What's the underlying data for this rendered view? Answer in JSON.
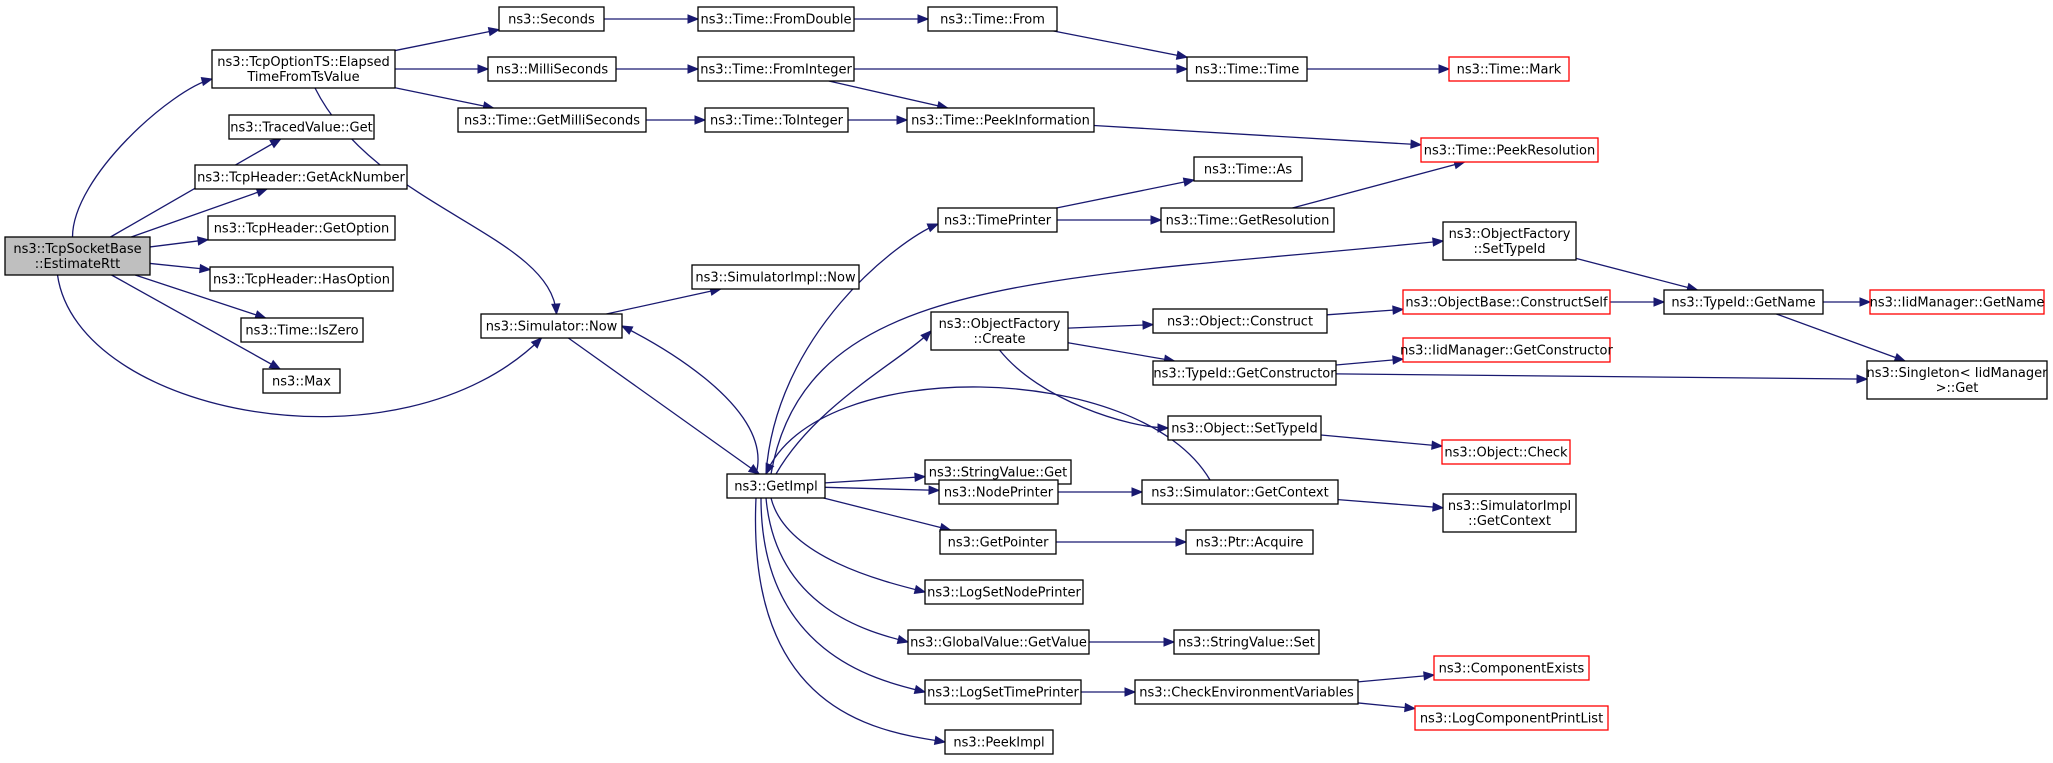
{
  "colors": {
    "edge": "#191970",
    "normal_border": "#000000",
    "truncated_border": "#ff0000",
    "root_fill": "#bfbfbf",
    "node_fill": "#ffffff"
  },
  "graph": {
    "nodes": [
      {
        "id": "estimate_rtt",
        "lines": [
          "ns3::TcpSocketBase",
          "::EstimateRtt"
        ],
        "kind": "root"
      },
      {
        "id": "elapsed_time",
        "lines": [
          "ns3::TcpOptionTS::Elapsed",
          "TimeFromTsValue"
        ],
        "kind": "normal"
      },
      {
        "id": "traced_get",
        "lines": [
          "ns3::TracedValue::Get"
        ],
        "kind": "normal"
      },
      {
        "id": "get_ack",
        "lines": [
          "ns3::TcpHeader::GetAckNumber"
        ],
        "kind": "normal"
      },
      {
        "id": "get_option",
        "lines": [
          "ns3::TcpHeader::GetOption"
        ],
        "kind": "normal"
      },
      {
        "id": "has_option",
        "lines": [
          "ns3::TcpHeader::HasOption"
        ],
        "kind": "normal"
      },
      {
        "id": "is_zero",
        "lines": [
          "ns3::Time::IsZero"
        ],
        "kind": "normal"
      },
      {
        "id": "max",
        "lines": [
          "ns3::Max"
        ],
        "kind": "normal"
      },
      {
        "id": "sim_now",
        "lines": [
          "ns3::Simulator::Now"
        ],
        "kind": "normal"
      },
      {
        "id": "seconds",
        "lines": [
          "ns3::Seconds"
        ],
        "kind": "normal"
      },
      {
        "id": "milliseconds",
        "lines": [
          "ns3::MilliSeconds"
        ],
        "kind": "normal"
      },
      {
        "id": "get_ms",
        "lines": [
          "ns3::Time::GetMilliSeconds"
        ],
        "kind": "normal"
      },
      {
        "id": "from_double",
        "lines": [
          "ns3::Time::FromDouble"
        ],
        "kind": "normal"
      },
      {
        "id": "from_integer",
        "lines": [
          "ns3::Time::FromInteger"
        ],
        "kind": "normal"
      },
      {
        "id": "to_integer",
        "lines": [
          "ns3::Time::ToInteger"
        ],
        "kind": "normal"
      },
      {
        "id": "time_from",
        "lines": [
          "ns3::Time::From"
        ],
        "kind": "normal"
      },
      {
        "id": "time_time",
        "lines": [
          "ns3::Time::Time"
        ],
        "kind": "normal"
      },
      {
        "id": "peek_info",
        "lines": [
          "ns3::Time::PeekInformation"
        ],
        "kind": "normal"
      },
      {
        "id": "time_mark",
        "lines": [
          "ns3::Time::Mark"
        ],
        "kind": "truncated"
      },
      {
        "id": "peek_res",
        "lines": [
          "ns3::Time::PeekResolution"
        ],
        "kind": "truncated"
      },
      {
        "id": "simimpl_now",
        "lines": [
          "ns3::SimulatorImpl::Now"
        ],
        "kind": "normal"
      },
      {
        "id": "get_impl",
        "lines": [
          "ns3::GetImpl"
        ],
        "kind": "normal"
      },
      {
        "id": "time_printer",
        "lines": [
          "ns3::TimePrinter"
        ],
        "kind": "normal"
      },
      {
        "id": "time_as",
        "lines": [
          "ns3::Time::As"
        ],
        "kind": "normal"
      },
      {
        "id": "get_resolution",
        "lines": [
          "ns3::Time::GetResolution"
        ],
        "kind": "normal"
      },
      {
        "id": "of_settypeid",
        "lines": [
          "ns3::ObjectFactory",
          "::SetTypeId"
        ],
        "kind": "normal"
      },
      {
        "id": "of_create",
        "lines": [
          "ns3::ObjectFactory",
          "::Create"
        ],
        "kind": "normal"
      },
      {
        "id": "obj_construct",
        "lines": [
          "ns3::Object::Construct"
        ],
        "kind": "normal"
      },
      {
        "id": "objbase_construct",
        "lines": [
          "ns3::ObjectBase::ConstructSelf"
        ],
        "kind": "truncated"
      },
      {
        "id": "typeid_getname",
        "lines": [
          "ns3::TypeId::GetName"
        ],
        "kind": "normal"
      },
      {
        "id": "iid_getname",
        "lines": [
          "ns3::IidManager::GetName"
        ],
        "kind": "truncated"
      },
      {
        "id": "typeid_getctor",
        "lines": [
          "ns3::TypeId::GetConstructor"
        ],
        "kind": "normal"
      },
      {
        "id": "iid_getctor",
        "lines": [
          "ns3::IidManager::GetConstructor"
        ],
        "kind": "truncated"
      },
      {
        "id": "singleton_get",
        "lines": [
          "ns3::Singleton< IidManager",
          " >::Get"
        ],
        "kind": "normal"
      },
      {
        "id": "obj_settypeid",
        "lines": [
          "ns3::Object::SetTypeId"
        ],
        "kind": "normal"
      },
      {
        "id": "obj_check",
        "lines": [
          "ns3::Object::Check"
        ],
        "kind": "truncated"
      },
      {
        "id": "strval_get",
        "lines": [
          "ns3::StringValue::Get"
        ],
        "kind": "normal"
      },
      {
        "id": "node_printer",
        "lines": [
          "ns3::NodePrinter"
        ],
        "kind": "normal"
      },
      {
        "id": "sim_getcontext",
        "lines": [
          "ns3::Simulator::GetContext"
        ],
        "kind": "normal"
      },
      {
        "id": "simimpl_getcontext",
        "lines": [
          "ns3::SimulatorImpl",
          "::GetContext"
        ],
        "kind": "normal"
      },
      {
        "id": "get_pointer",
        "lines": [
          "ns3::GetPointer"
        ],
        "kind": "normal"
      },
      {
        "id": "ptr_acquire",
        "lines": [
          "ns3::Ptr::Acquire"
        ],
        "kind": "normal"
      },
      {
        "id": "log_set_node_printer",
        "lines": [
          "ns3::LogSetNodePrinter"
        ],
        "kind": "normal"
      },
      {
        "id": "gv_getvalue",
        "lines": [
          "ns3::GlobalValue::GetValue"
        ],
        "kind": "normal"
      },
      {
        "id": "strval_set",
        "lines": [
          "ns3::StringValue::Set"
        ],
        "kind": "normal"
      },
      {
        "id": "log_set_time_printer",
        "lines": [
          "ns3::LogSetTimePrinter"
        ],
        "kind": "normal"
      },
      {
        "id": "check_env",
        "lines": [
          "ns3::CheckEnvironmentVariables"
        ],
        "kind": "normal"
      },
      {
        "id": "comp_exists",
        "lines": [
          "ns3::ComponentExists"
        ],
        "kind": "truncated"
      },
      {
        "id": "log_comp_print",
        "lines": [
          "ns3::LogComponentPrintList"
        ],
        "kind": "truncated"
      },
      {
        "id": "peek_impl",
        "lines": [
          "ns3::PeekImpl"
        ],
        "kind": "normal"
      }
    ],
    "edges": [
      [
        "estimate_rtt",
        "elapsed_time"
      ],
      [
        "estimate_rtt",
        "traced_get"
      ],
      [
        "estimate_rtt",
        "get_ack"
      ],
      [
        "estimate_rtt",
        "get_option"
      ],
      [
        "estimate_rtt",
        "has_option"
      ],
      [
        "estimate_rtt",
        "is_zero"
      ],
      [
        "estimate_rtt",
        "max"
      ],
      [
        "estimate_rtt",
        "sim_now"
      ],
      [
        "elapsed_time",
        "seconds"
      ],
      [
        "elapsed_time",
        "milliseconds"
      ],
      [
        "elapsed_time",
        "get_ms"
      ],
      [
        "elapsed_time",
        "sim_now"
      ],
      [
        "seconds",
        "from_double"
      ],
      [
        "from_double",
        "time_from"
      ],
      [
        "time_from",
        "time_time"
      ],
      [
        "milliseconds",
        "from_integer"
      ],
      [
        "from_integer",
        "time_time"
      ],
      [
        "from_integer",
        "peek_info"
      ],
      [
        "get_ms",
        "to_integer"
      ],
      [
        "to_integer",
        "peek_info"
      ],
      [
        "time_time",
        "time_mark"
      ],
      [
        "peek_info",
        "peek_res"
      ],
      [
        "sim_now",
        "simimpl_now"
      ],
      [
        "sim_now",
        "get_impl"
      ],
      [
        "get_impl",
        "sim_now"
      ],
      [
        "get_impl",
        "time_printer"
      ],
      [
        "get_impl",
        "of_settypeid"
      ],
      [
        "get_impl",
        "of_create"
      ],
      [
        "get_impl",
        "strval_get"
      ],
      [
        "get_impl",
        "node_printer"
      ],
      [
        "get_impl",
        "get_pointer"
      ],
      [
        "get_impl",
        "log_set_node_printer"
      ],
      [
        "get_impl",
        "gv_getvalue"
      ],
      [
        "get_impl",
        "log_set_time_printer"
      ],
      [
        "get_impl",
        "peek_impl"
      ],
      [
        "time_printer",
        "time_as"
      ],
      [
        "time_printer",
        "get_resolution"
      ],
      [
        "get_resolution",
        "peek_res"
      ],
      [
        "of_settypeid",
        "typeid_getname"
      ],
      [
        "of_create",
        "obj_construct"
      ],
      [
        "of_create",
        "typeid_getctor"
      ],
      [
        "of_create",
        "obj_settypeid"
      ],
      [
        "obj_construct",
        "objbase_construct"
      ],
      [
        "objbase_construct",
        "typeid_getname"
      ],
      [
        "typeid_getname",
        "iid_getname"
      ],
      [
        "typeid_getname",
        "singleton_get"
      ],
      [
        "typeid_getctor",
        "iid_getctor"
      ],
      [
        "typeid_getctor",
        "singleton_get"
      ],
      [
        "obj_settypeid",
        "obj_check"
      ],
      [
        "node_printer",
        "sim_getcontext"
      ],
      [
        "sim_getcontext",
        "simimpl_getcontext"
      ],
      [
        "sim_getcontext",
        "get_impl"
      ],
      [
        "get_pointer",
        "ptr_acquire"
      ],
      [
        "gv_getvalue",
        "strval_set"
      ],
      [
        "log_set_time_printer",
        "check_env"
      ],
      [
        "check_env",
        "comp_exists"
      ],
      [
        "check_env",
        "log_comp_print"
      ]
    ]
  }
}
